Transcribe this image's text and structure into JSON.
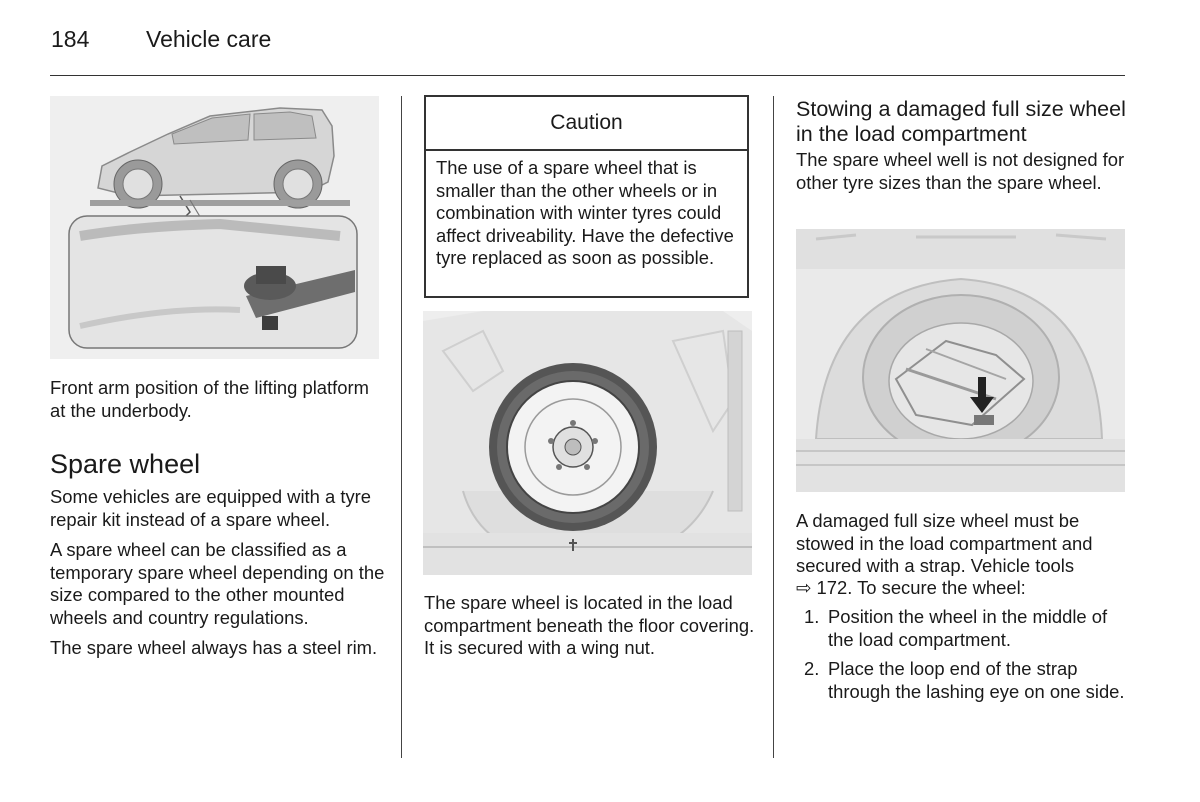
{
  "header": {
    "page_number": "184",
    "section": "Vehicle care"
  },
  "col1": {
    "figure_caption": "Front arm position of the lifting platform at the underbody.",
    "heading": "Spare wheel",
    "paragraphs": [
      "Some vehicles are equipped with a tyre repair kit instead of a spare wheel.",
      "A spare wheel can be classified as a temporary spare wheel depending on the size compared to the other mounted wheels and country regulations.",
      "The spare wheel always has a steel rim."
    ]
  },
  "col2": {
    "caution_title": "Caution",
    "caution_text": "The use of a spare wheel that is smaller than the other wheels or in combination with winter tyres could affect driveability. Have the defective tyre replaced as soon as possible.",
    "figure_caption": "The spare wheel is located in the load compartment beneath the floor covering. It is secured with a wing nut."
  },
  "col3": {
    "heading": "Stowing a damaged full size wheel in the load compartment",
    "intro": "The spare wheel well is not designed for other tyre sizes than the spare wheel.",
    "paragraph": "A damaged full size wheel must be stowed in the load compartment and secured with a strap. Vehicle tools",
    "reference": "⇨ 172. To secure the wheel:",
    "steps": [
      {
        "num": "1.",
        "text": "Position the wheel in the middle of the load compartment."
      },
      {
        "num": "2.",
        "text": "Place the loop end of the strap through the lashing eye on one side."
      }
    ]
  },
  "icons": [
    "car-lift-illustration",
    "spare-wheel-illustration",
    "wheel-well-arrow-illustration"
  ]
}
